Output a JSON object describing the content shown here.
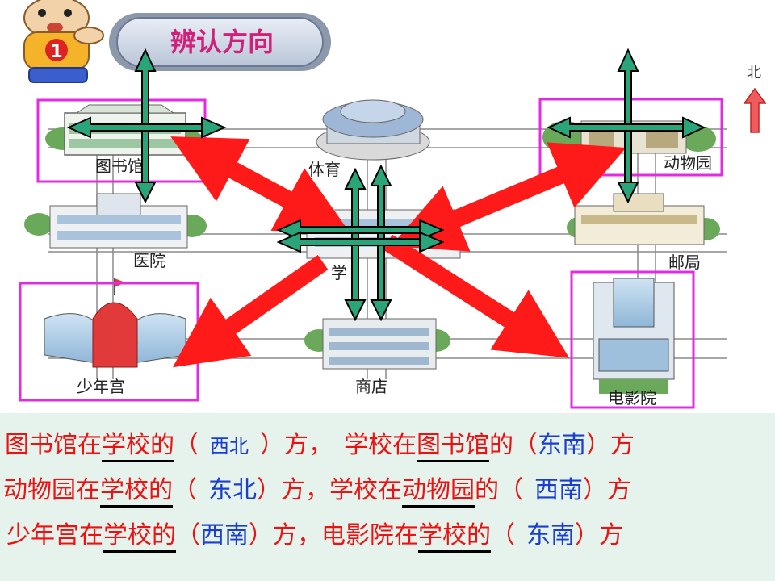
{
  "title": "辨认方向",
  "compass": {
    "label": "北"
  },
  "mascot": {
    "number": "1"
  },
  "map": {
    "library": "图书馆",
    "stadium": "体育",
    "zoo": "动物园",
    "hospital": "医院",
    "school": "学",
    "post_office": "邮局",
    "youth_palace": "少年宫",
    "shop": "商店",
    "cinema": "电影院"
  },
  "sentences": [
    {
      "a_subject": "图书馆在",
      "a_ref": "学校的",
      "a_open": "（",
      "a_answer": "西北",
      "a_close": "）方，",
      "b_subject": "学校在",
      "b_ref": "图书馆",
      "b_mid": "的（",
      "b_answer": "东南",
      "b_close": "）方"
    },
    {
      "a_subject": "动物园在",
      "a_ref": "学校的",
      "a_open": "（",
      "a_answer": "东北",
      "a_close": "）方，",
      "b_subject": "学校在",
      "b_ref": "动物园",
      "b_mid": "的（",
      "b_answer": "西南",
      "b_close": "）方"
    },
    {
      "a_subject": "少年宫在",
      "a_ref": "学校的",
      "a_open": "（",
      "a_answer": "西南",
      "a_close": "）方，",
      "b_subject": "电影院在",
      "b_ref": "学校的",
      "b_mid": "（",
      "b_answer": "东南",
      "b_close": "）方"
    }
  ],
  "colors": {
    "frame": "#e22be2",
    "arrow_red": "#ff1a1a",
    "arrow_green": "#2aa57a",
    "text_red": "#ee1111",
    "text_blue": "#1a3fd0",
    "panel_bg": "#e6f2ec"
  }
}
